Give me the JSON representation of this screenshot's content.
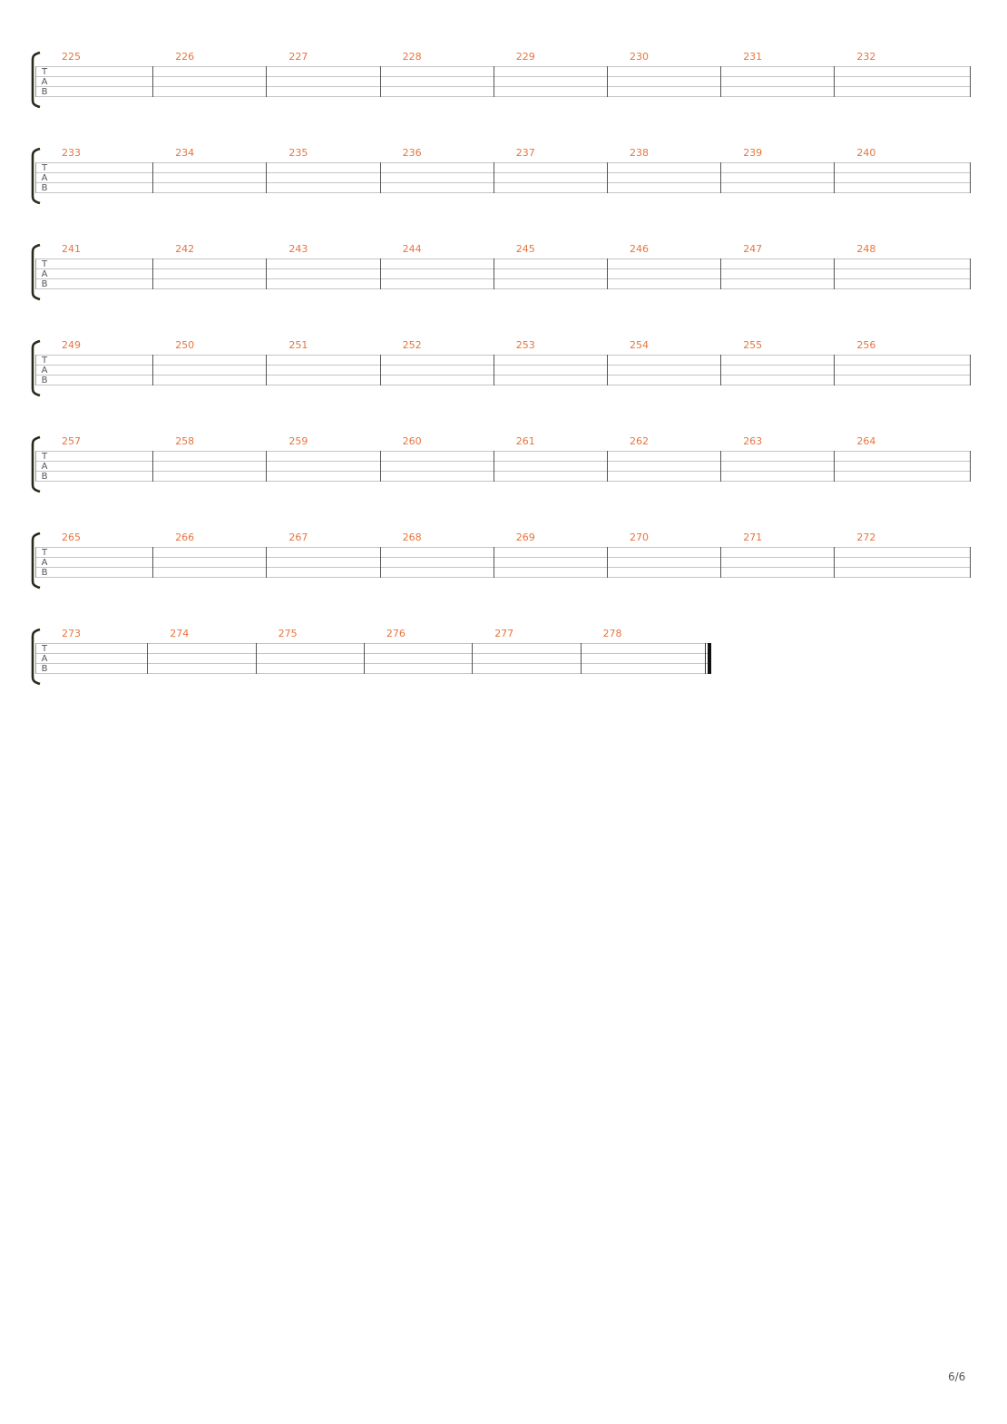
{
  "tab_letters": [
    "T",
    "A",
    "B"
  ],
  "systems": [
    {
      "measures": [
        "225",
        "226",
        "227",
        "228",
        "229",
        "230",
        "231",
        "232"
      ],
      "final": false
    },
    {
      "measures": [
        "233",
        "234",
        "235",
        "236",
        "237",
        "238",
        "239",
        "240"
      ],
      "final": false
    },
    {
      "measures": [
        "241",
        "242",
        "243",
        "244",
        "245",
        "246",
        "247",
        "248"
      ],
      "final": false
    },
    {
      "measures": [
        "249",
        "250",
        "251",
        "252",
        "253",
        "254",
        "255",
        "256"
      ],
      "final": false
    },
    {
      "measures": [
        "257",
        "258",
        "259",
        "260",
        "261",
        "262",
        "263",
        "264"
      ],
      "final": false
    },
    {
      "measures": [
        "265",
        "266",
        "267",
        "268",
        "269",
        "270",
        "271",
        "272"
      ],
      "final": false
    },
    {
      "measures": [
        "273",
        "274",
        "275",
        "276",
        "277",
        "278"
      ],
      "final": true
    }
  ],
  "page_number": "6/6",
  "colors": {
    "measure_number": "#e8743c",
    "staff_line": "#c4c4c4",
    "barline": "#555555"
  }
}
